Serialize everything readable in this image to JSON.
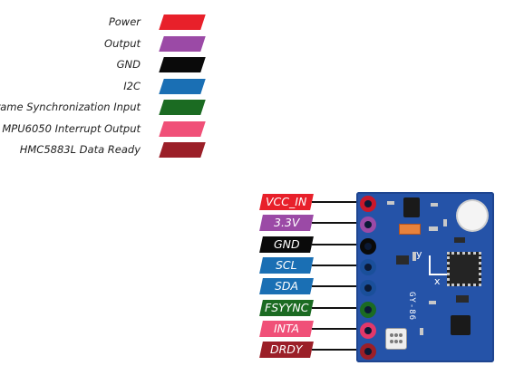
{
  "legend": [
    {
      "label": "Power",
      "color": "#e8202a"
    },
    {
      "label": "Output",
      "color": "#9b4aa6"
    },
    {
      "label": "GND",
      "color": "#0a0a0a"
    },
    {
      "label": "I2C",
      "color": "#1a6fb4"
    },
    {
      "label": "Frame Synchronization Input",
      "color": "#1b6b22"
    },
    {
      "label": "MPU6050 Interrupt Output",
      "color": "#f05078"
    },
    {
      "label": "HMC5883L Data Ready",
      "color": "#9b1f28"
    }
  ],
  "pins": [
    {
      "label": "VCC_IN",
      "color": "#e8202a",
      "hole": "#c9182b"
    },
    {
      "label": "3.3V",
      "color": "#9b4aa6",
      "hole": "#9b4aa6"
    },
    {
      "label": "GND",
      "color": "#0a0a0a",
      "hole": "#0a0a0a"
    },
    {
      "label": "SCL",
      "color": "#1a6fb4",
      "hole": "#1a4f9a"
    },
    {
      "label": "SDA",
      "color": "#1a6fb4",
      "hole": "#1a4f9a"
    },
    {
      "label": "FSYYNC",
      "color": "#1b6b22",
      "hole": "#1b6b22"
    },
    {
      "label": "INTA",
      "color": "#f05078",
      "hole": "#e2386a"
    },
    {
      "label": "DRDY",
      "color": "#9b1f28",
      "hole": "#9b1f28"
    }
  ],
  "board": {
    "model": "GY-86",
    "axis_x": "x",
    "axis_y": "y"
  }
}
